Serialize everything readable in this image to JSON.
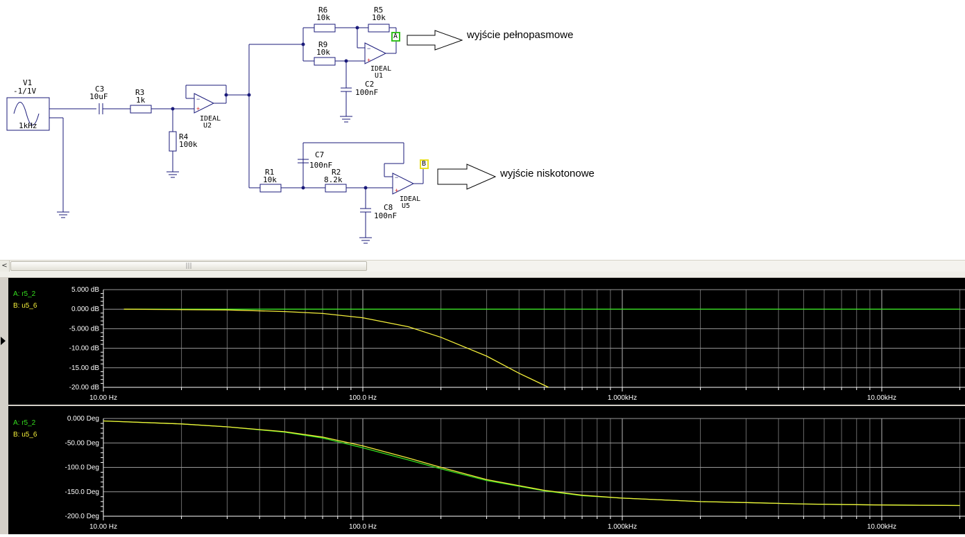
{
  "schematic": {
    "source": {
      "name": "V1",
      "amplitude": "-1/1V",
      "frequency": "1kHz"
    },
    "components": {
      "c3": {
        "name": "C3",
        "value": "10uF"
      },
      "r3": {
        "name": "R3",
        "value": "1k"
      },
      "r4": {
        "name": "R4",
        "value": "100k"
      },
      "u2": {
        "model": "IDEAL",
        "name": "U2"
      },
      "r6": {
        "name": "R6",
        "value": "10k"
      },
      "r5": {
        "name": "R5",
        "value": "10k"
      },
      "r9": {
        "name": "R9",
        "value": "10k"
      },
      "c2": {
        "name": "C2",
        "value": "100nF"
      },
      "u1": {
        "model": "IDEAL",
        "name": "U1"
      },
      "c7": {
        "name": "C7",
        "value": "100nF"
      },
      "r1": {
        "name": "R1",
        "value": "10k"
      },
      "r2": {
        "name": "R2",
        "value": "8.2k"
      },
      "c8": {
        "name": "C8",
        "value": "100nF"
      },
      "u5": {
        "model": "IDEAL",
        "name": "U5"
      }
    },
    "probes": {
      "a": "A",
      "b": "B"
    },
    "outputs": {
      "full_band": "wyjście pełnopasmowe",
      "low_band": "wyjście niskotonowe"
    }
  },
  "scrollbar": {
    "left_arrow": "<",
    "grip": "|||"
  },
  "analysis": {
    "colors": {
      "trace_a": "#35e01f",
      "trace_b": "#f5f03a",
      "grid": "#9a9a9a",
      "background": "#000000",
      "legend_a": "#35e01f",
      "legend_b": "#f5f03a"
    },
    "x_ticks": [
      "10.00 Hz",
      "100.0 Hz",
      "1.000kHz",
      "10.00kHz"
    ],
    "magnitude": {
      "legend": [
        "A: r5_2",
        "B: u5_6"
      ],
      "y_ticks": [
        "5.000 dB",
        "0.000 dB",
        "-5.000 dB",
        "-10.00 dB",
        "-15.00 dB",
        "-20.00 dB"
      ]
    },
    "phase": {
      "legend": [
        "A: r5_2",
        "B: u5_6"
      ],
      "y_ticks": [
        "0.000 Deg",
        "-50.00 Deg",
        "-100.0 Deg",
        "-150.0 Deg",
        "-200.0 Deg"
      ]
    }
  },
  "chart_data": [
    {
      "type": "line",
      "title": "",
      "xlabel": "",
      "ylabel": "",
      "xscale": "log",
      "xlim": [
        10,
        20000
      ],
      "ylim": [
        -20,
        5
      ],
      "grid": true,
      "x": [
        12,
        20,
        30,
        50,
        70,
        100,
        150,
        200,
        300,
        400,
        520,
        1000,
        3000,
        10000,
        20000
      ],
      "series": [
        {
          "name": "A: r5_2",
          "values": [
            0,
            0,
            0,
            0,
            0,
            0,
            0,
            0,
            0,
            0,
            0,
            0,
            0,
            0,
            0
          ]
        },
        {
          "name": "B: u5_6",
          "values": [
            0,
            -0.1,
            -0.2,
            -0.6,
            -1.1,
            -2.2,
            -4.5,
            -7.2,
            -12.0,
            -16.4,
            -20.0,
            null,
            null,
            null,
            null
          ]
        }
      ]
    },
    {
      "type": "line",
      "title": "",
      "xlabel": "",
      "ylabel": "",
      "xscale": "log",
      "xlim": [
        10,
        20000
      ],
      "ylim": [
        -200,
        0
      ],
      "grid": true,
      "x": [
        10,
        20,
        30,
        50,
        70,
        100,
        150,
        200,
        300,
        500,
        700,
        1000,
        2000,
        3000,
        5000,
        10000,
        20000
      ],
      "series": [
        {
          "name": "A: r5_2",
          "values": [
            -5,
            -11,
            -17,
            -28,
            -40,
            -60,
            -85,
            -103,
            -127,
            -148,
            -158,
            -163,
            -170,
            -172,
            -175,
            -177,
            -178
          ]
        },
        {
          "name": "B: u5_6",
          "values": [
            -5,
            -11,
            -17,
            -27,
            -38,
            -56,
            -81,
            -100,
            -125,
            -147,
            -157,
            -163,
            -170,
            -172,
            -175,
            -177,
            -178
          ]
        }
      ]
    }
  ]
}
